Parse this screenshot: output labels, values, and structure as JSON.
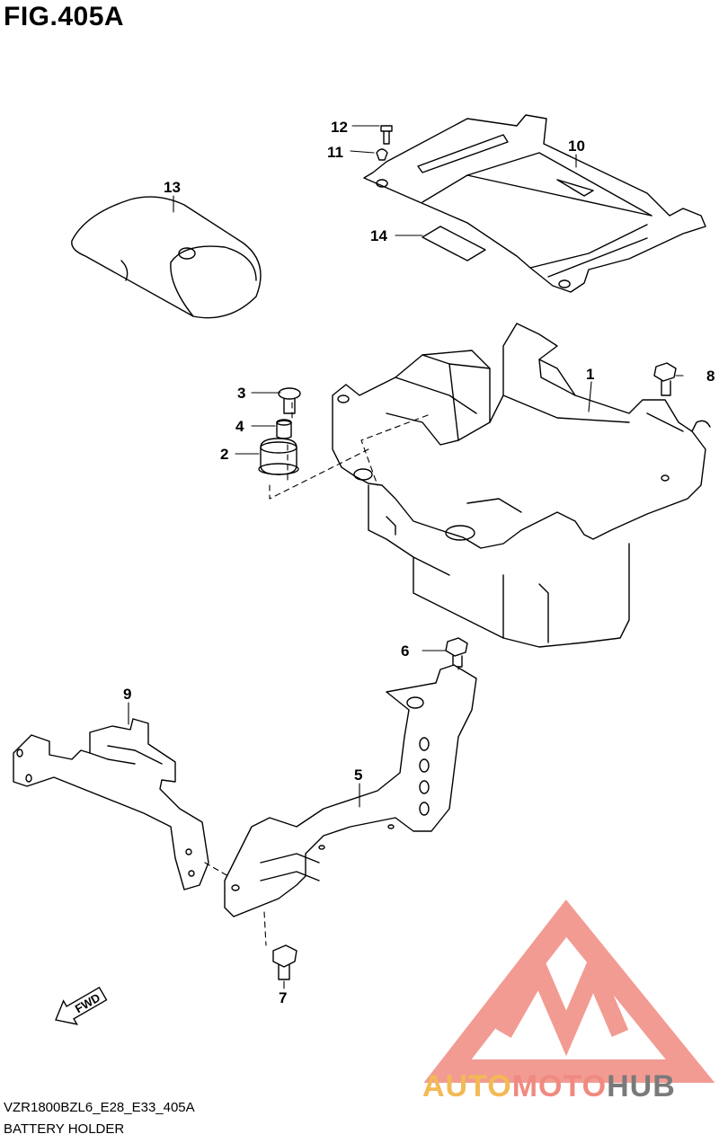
{
  "figure": {
    "title": "FIG.405A"
  },
  "callouts": {
    "p1": "1",
    "p2": "2",
    "p3": "3",
    "p4": "4",
    "p5": "5",
    "p6": "6",
    "p7": "7",
    "p8": "8",
    "p9": "9",
    "p10": "10",
    "p11": "11",
    "p12": "12",
    "p13": "13",
    "p14": "14"
  },
  "fwd_label": "FWD",
  "footer": {
    "code": "VZR1800BZL6_E28_E33_405A",
    "caption": "BATTERY HOLDER"
  },
  "watermark": {
    "part1": "AUTO",
    "part2": "MOTO",
    "part3": "HUB",
    "colors": {
      "auto": "#f3b955",
      "moto": "#f08a80",
      "hub": "#7a7a7a",
      "logo": "#f08a80"
    }
  }
}
